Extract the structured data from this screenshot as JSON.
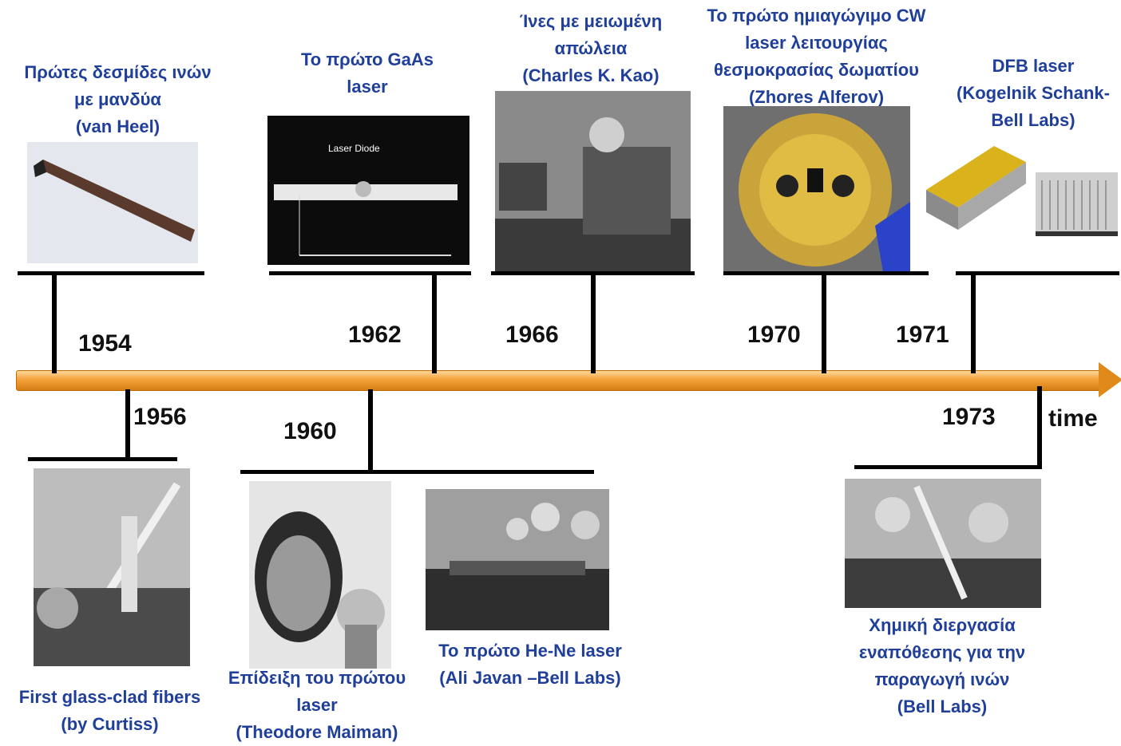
{
  "events": {
    "e1954": {
      "year": "1954",
      "caption": "Πρώτες δεσμίδες ινών\nμε  μανδύα\n(van Heel)"
    },
    "e1956": {
      "year": "1956",
      "caption": "First glass-clad fibers\n(by Curtiss)"
    },
    "e1960": {
      "year": "1960",
      "caption_maiman": "Επίδειξη  του πρώτου\nlaser\n(Theodore Maiman)",
      "caption_hene": "Το πρώτο  He-Ne laser\n(Ali  Javan –Bell Labs)"
    },
    "e1962": {
      "year": "1962",
      "caption": "Το πρώτο  GaAs\nlaser",
      "photo_label": "Laser Diode"
    },
    "e1966": {
      "year": "1966",
      "caption": "Ίνες με μειωμένη\nαπώλεια\n(Charles K. Kao)"
    },
    "e1970": {
      "year": "1970",
      "caption": "Το πρώτο  ημιαγώγιμο CW\nlaser λειτουργίας\nθεσμοκρασίας δωματίου\n(Zhores Alferov)"
    },
    "e1971": {
      "year": "1971",
      "caption": "DFB laser\n(Kogelnik Schank-\nBell Labs)"
    },
    "e1973": {
      "year": "1973",
      "caption": "Χημική διεργασία\nεναπόθεσης για την\nπαραγωγή ινών\n(Bell Labs)"
    }
  },
  "axis": {
    "label": "time",
    "color": "#f3a23a"
  },
  "caption_color": "#1f3f9a"
}
